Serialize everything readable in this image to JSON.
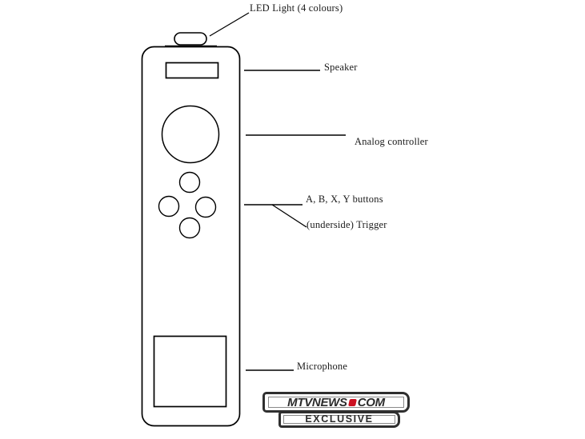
{
  "diagram": {
    "title": "Handheld controller device annotated diagram",
    "stroke_color": "#000000",
    "background_color": "#ffffff",
    "device": {
      "name": "controller-body",
      "parts": [
        {
          "id": "led",
          "shape": "pill",
          "label_ref": "led"
        },
        {
          "id": "speaker",
          "shape": "rectangle",
          "label_ref": "speaker"
        },
        {
          "id": "analog-stick",
          "shape": "circle",
          "label_ref": "analog"
        },
        {
          "id": "face-button-top",
          "shape": "circle",
          "label_ref": "buttons"
        },
        {
          "id": "face-button-left",
          "shape": "circle",
          "label_ref": "buttons"
        },
        {
          "id": "face-button-right",
          "shape": "circle",
          "label_ref": "buttons"
        },
        {
          "id": "face-button-bottom",
          "shape": "circle",
          "label_ref": "buttons"
        },
        {
          "id": "microphone",
          "shape": "square",
          "label_ref": "microphone"
        }
      ]
    },
    "callouts": [
      {
        "id": "led",
        "text": "LED Light (4 colours)",
        "leader": "diagonal"
      },
      {
        "id": "speaker",
        "text": "Speaker",
        "leader": "horizontal"
      },
      {
        "id": "analog",
        "text": "Analog controller",
        "leader": "horizontal"
      },
      {
        "id": "buttons",
        "text": "A, B, X, Y buttons",
        "leader": "horizontal"
      },
      {
        "id": "trigger",
        "text": "(underside) Trigger",
        "leader": "diagonal"
      },
      {
        "id": "microphone",
        "text": "Microphone",
        "leader": "horizontal"
      }
    ]
  },
  "watermark": {
    "name": "mtvnews-exclusive-logo",
    "top_line_before_dot": "MTVNEWS",
    "top_line_after_dot": "COM",
    "bottom_line": "EXCLUSIVE",
    "dot_color": "#cc1122",
    "frame_color": "#2f2f2f"
  }
}
